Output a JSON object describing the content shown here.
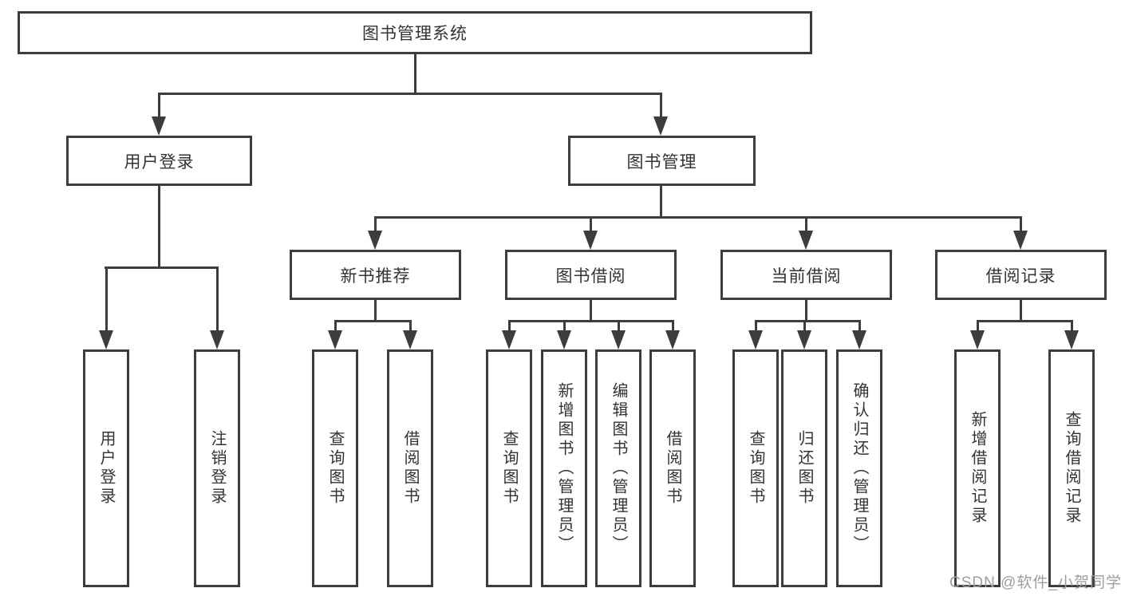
{
  "diagram": {
    "tree": {
      "label": "图书管理系统",
      "children": [
        {
          "label": "用户登录",
          "children": [
            {
              "label": "用户登录"
            },
            {
              "label": "注销登录"
            }
          ]
        },
        {
          "label": "图书管理",
          "children": [
            {
              "label": "新书推荐",
              "children": [
                {
                  "label": "查询图书"
                },
                {
                  "label": "借阅图书"
                }
              ]
            },
            {
              "label": "图书借阅",
              "children": [
                {
                  "label": "查询图书"
                },
                {
                  "label": "新增图书（管理员）"
                },
                {
                  "label": "编辑图书（管理员）"
                },
                {
                  "label": "借阅图书"
                }
              ]
            },
            {
              "label": "当前借阅",
              "children": [
                {
                  "label": "查询图书"
                },
                {
                  "label": "归还图书"
                },
                {
                  "label": "确认归还（管理员）"
                }
              ]
            },
            {
              "label": "借阅记录",
              "children": [
                {
                  "label": "新增借阅记录"
                },
                {
                  "label": "查询借阅记录"
                }
              ]
            }
          ]
        }
      ]
    },
    "watermark": "CSDN @软件_小贺同学"
  },
  "colors": {
    "line": "#3d3d3d",
    "text": "#333333",
    "watermark": "#9e9e9e",
    "background": "#ffffff"
  }
}
